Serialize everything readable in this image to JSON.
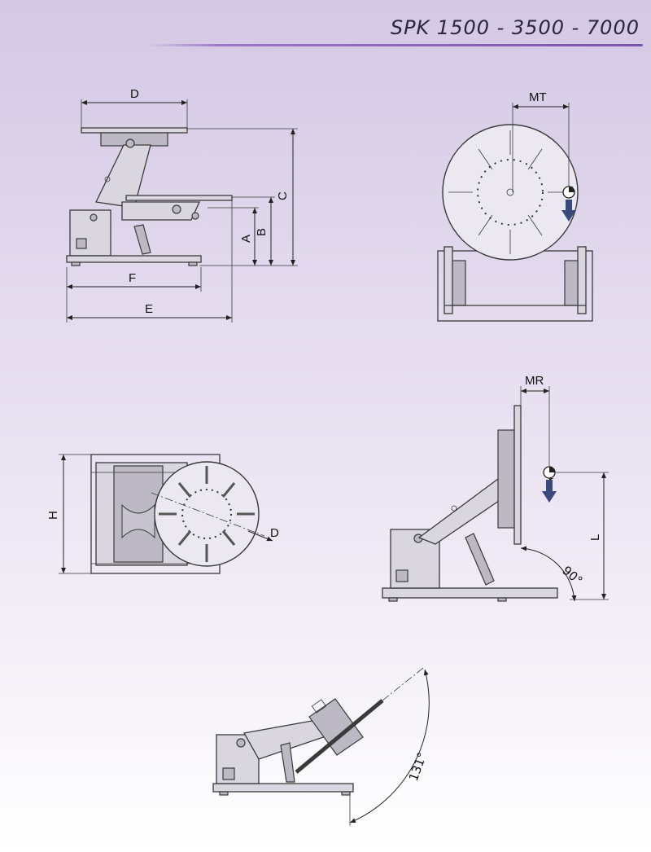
{
  "header": {
    "title": "SPK 1500 - 3500 - 7000"
  },
  "side_view": {
    "labels": {
      "D": "D",
      "C": "C",
      "B": "B",
      "A": "A",
      "F": "F",
      "E": "E"
    }
  },
  "front_view": {
    "labels": {
      "MT": "MT"
    }
  },
  "top_view": {
    "labels": {
      "H": "H",
      "D": "D"
    }
  },
  "tilt_view": {
    "labels": {
      "MR": "MR",
      "L": "L",
      "angle": "90°"
    }
  },
  "max_tilt_view": {
    "labels": {
      "angle": "131°"
    }
  },
  "colors": {
    "accent_rule": "#7a55ad",
    "load_arrow": "#3a4a7a",
    "background_top": "#d4c8e4",
    "background_bottom": "#ffffff"
  }
}
